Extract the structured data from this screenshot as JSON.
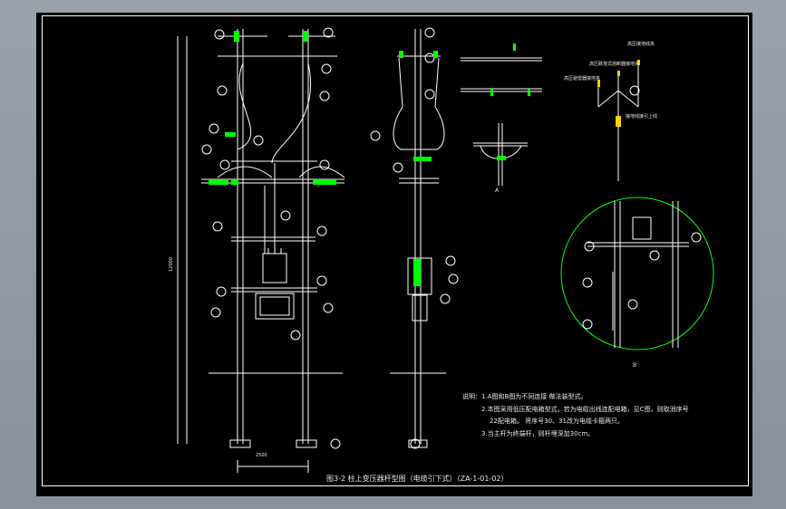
{
  "title": "图3-2 柱上变压器杆型图（电缆引下式）（ZA-1-01-02）",
  "detail_label_A": "A",
  "detail_label_B": "B",
  "notes": {
    "line1": "说明：1.A图和B图为不同连接 做法装型式。",
    "line2": "2.本图采用低压配电箱型式，若为电缆出线连配电箱，见C图，则取消序号",
    "line3": "22配电箱。 将序号30、31改为电缆卡箍两只。",
    "line4": "3.当主杆为终端杆，则杆埋深加30cm。"
  },
  "dims": {
    "span": "2500",
    "height": "12000"
  },
  "right_labels": {
    "r1": "高压接地线夹",
    "r2": "高压跌落式熔断器接地夹",
    "r3": "高压避雷器接地夹",
    "r4": "接地线接引上线"
  },
  "colors": {
    "background": "#000000",
    "line": "#ffffff",
    "accent": "#00ff00",
    "frame": "#8f96a0"
  }
}
